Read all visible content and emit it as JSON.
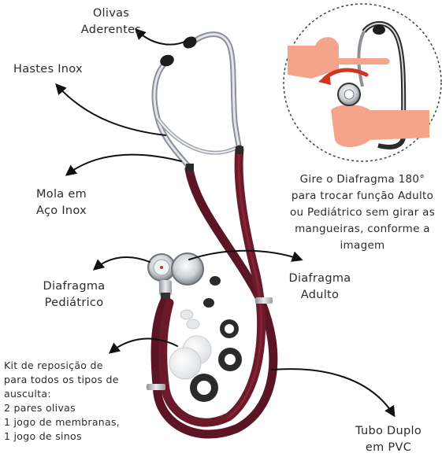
{
  "labels": {
    "olivas": [
      "Olivas",
      "Aderentes"
    ],
    "hastes": "Hastes Inox",
    "mola": [
      "Mola em",
      "Aço Inox"
    ],
    "diafragma_pediatrico": [
      "Diafragma",
      "Pediátrico"
    ],
    "diafragma_adulto": [
      "Diafragma",
      "Adulto"
    ],
    "gire": [
      "Gire o Diafragma  180°",
      "para trocar função Adulto",
      "ou Pediátrico sem girar as",
      "mangueiras, conforme a",
      "imagem"
    ],
    "kit": [
      "Kit de reposição de",
      "para todos os tipos de",
      "ausculta:",
      "2 pares olivas",
      "1 jogo de membranas,",
      "1 jogo de sinos"
    ],
    "tubo": [
      "Tubo Duplo",
      "em PVC"
    ]
  },
  "colors": {
    "tube": "#6b1a2a",
    "tube_highlight": "#8c2a3c",
    "metal": "#b9bcc0",
    "arrow": "#111111",
    "skin": "#f4a48a",
    "rotate_arrow": "#d0351f"
  }
}
